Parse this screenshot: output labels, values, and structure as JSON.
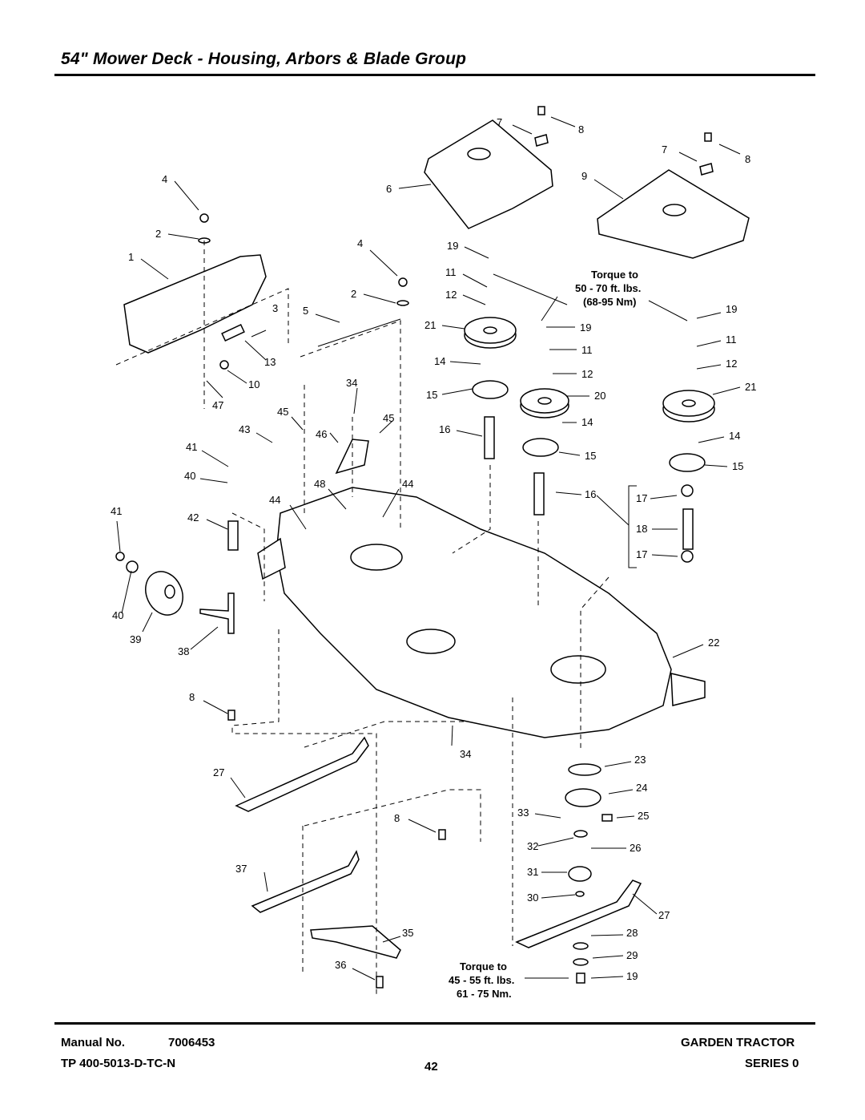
{
  "header": {
    "title": "54\" Mower Deck - Housing, Arbors & Blade Group"
  },
  "diagram": {
    "callouts": [
      "1",
      "2",
      "3",
      "4",
      "5",
      "6",
      "7",
      "8",
      "9",
      "10",
      "11",
      "12",
      "13",
      "14",
      "15",
      "16",
      "17",
      "18",
      "19",
      "20",
      "21",
      "22",
      "23",
      "24",
      "25",
      "26",
      "27",
      "28",
      "29",
      "30",
      "31",
      "32",
      "33",
      "34",
      "35",
      "36",
      "37",
      "38",
      "39",
      "40",
      "41",
      "42",
      "43",
      "44",
      "45",
      "46",
      "47",
      "48"
    ],
    "torque_upper": [
      "Torque to",
      "50 - 70 ft. lbs.",
      "(68-95 Nm)"
    ],
    "torque_lower": [
      "Torque to",
      "45 - 55 ft. lbs.",
      "61 - 75 Nm."
    ]
  },
  "footer": {
    "manual_label": "Manual No.",
    "manual_number": "7006453",
    "tp_number": "TP 400-5013-D-TC-N",
    "page_number": "42",
    "product": "GARDEN TRACTOR",
    "series": "SERIES 0"
  }
}
